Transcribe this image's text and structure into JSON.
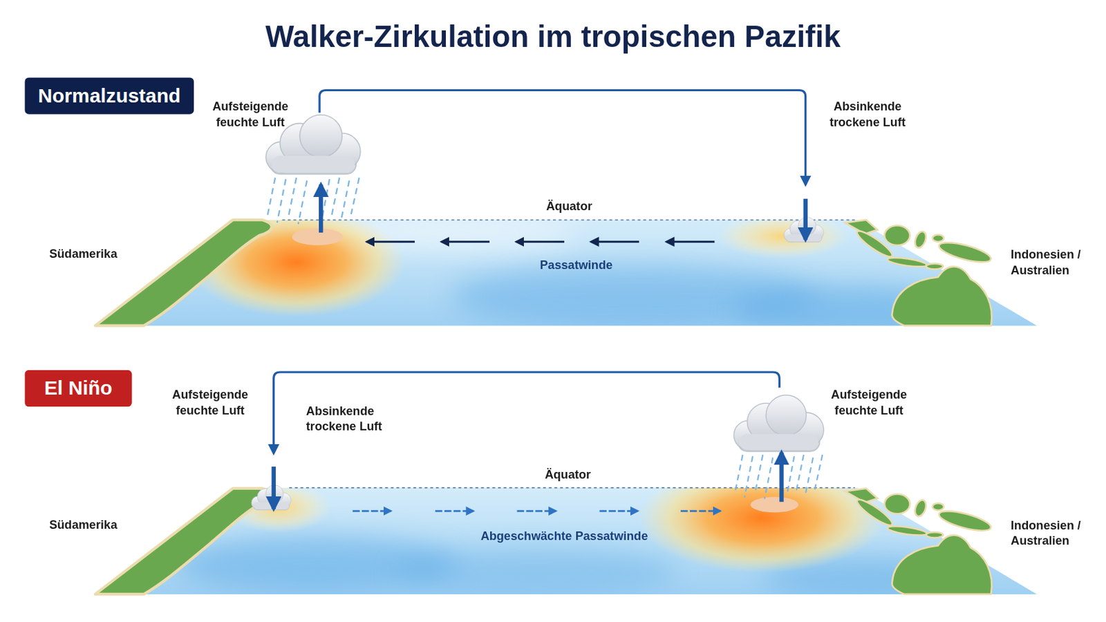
{
  "diagram": {
    "title": "Walker-Zirkulation im tropischen Pazifik",
    "nodes": [
      {
        "text": [
          "Normalzustand"
        ]
      },
      {
        "text": [
          "El Niño"
        ]
      }
    ],
    "labels": [
      "Aufsteigende feuchte Luft",
      "Absinkende trockene Luft",
      "Äquator",
      "Passatwinde",
      "Südamerika",
      "Indonesien / Australien",
      "Aufsteigende feuchte Luft",
      "Absinkende trockene Luft",
      "Aufsteigende feuchte Luft",
      "Äquator",
      "Abgeschwächte Passatwinde",
      "Südamerika",
      "Indonesien / Australien"
    ]
  }
}
